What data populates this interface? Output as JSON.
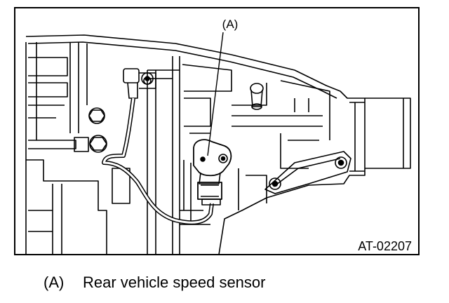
{
  "figure": {
    "callout_label": "(A)",
    "figure_code": "AT-02207"
  },
  "legend": [
    {
      "key": "(A)",
      "text": "Rear vehicle speed sensor"
    }
  ]
}
